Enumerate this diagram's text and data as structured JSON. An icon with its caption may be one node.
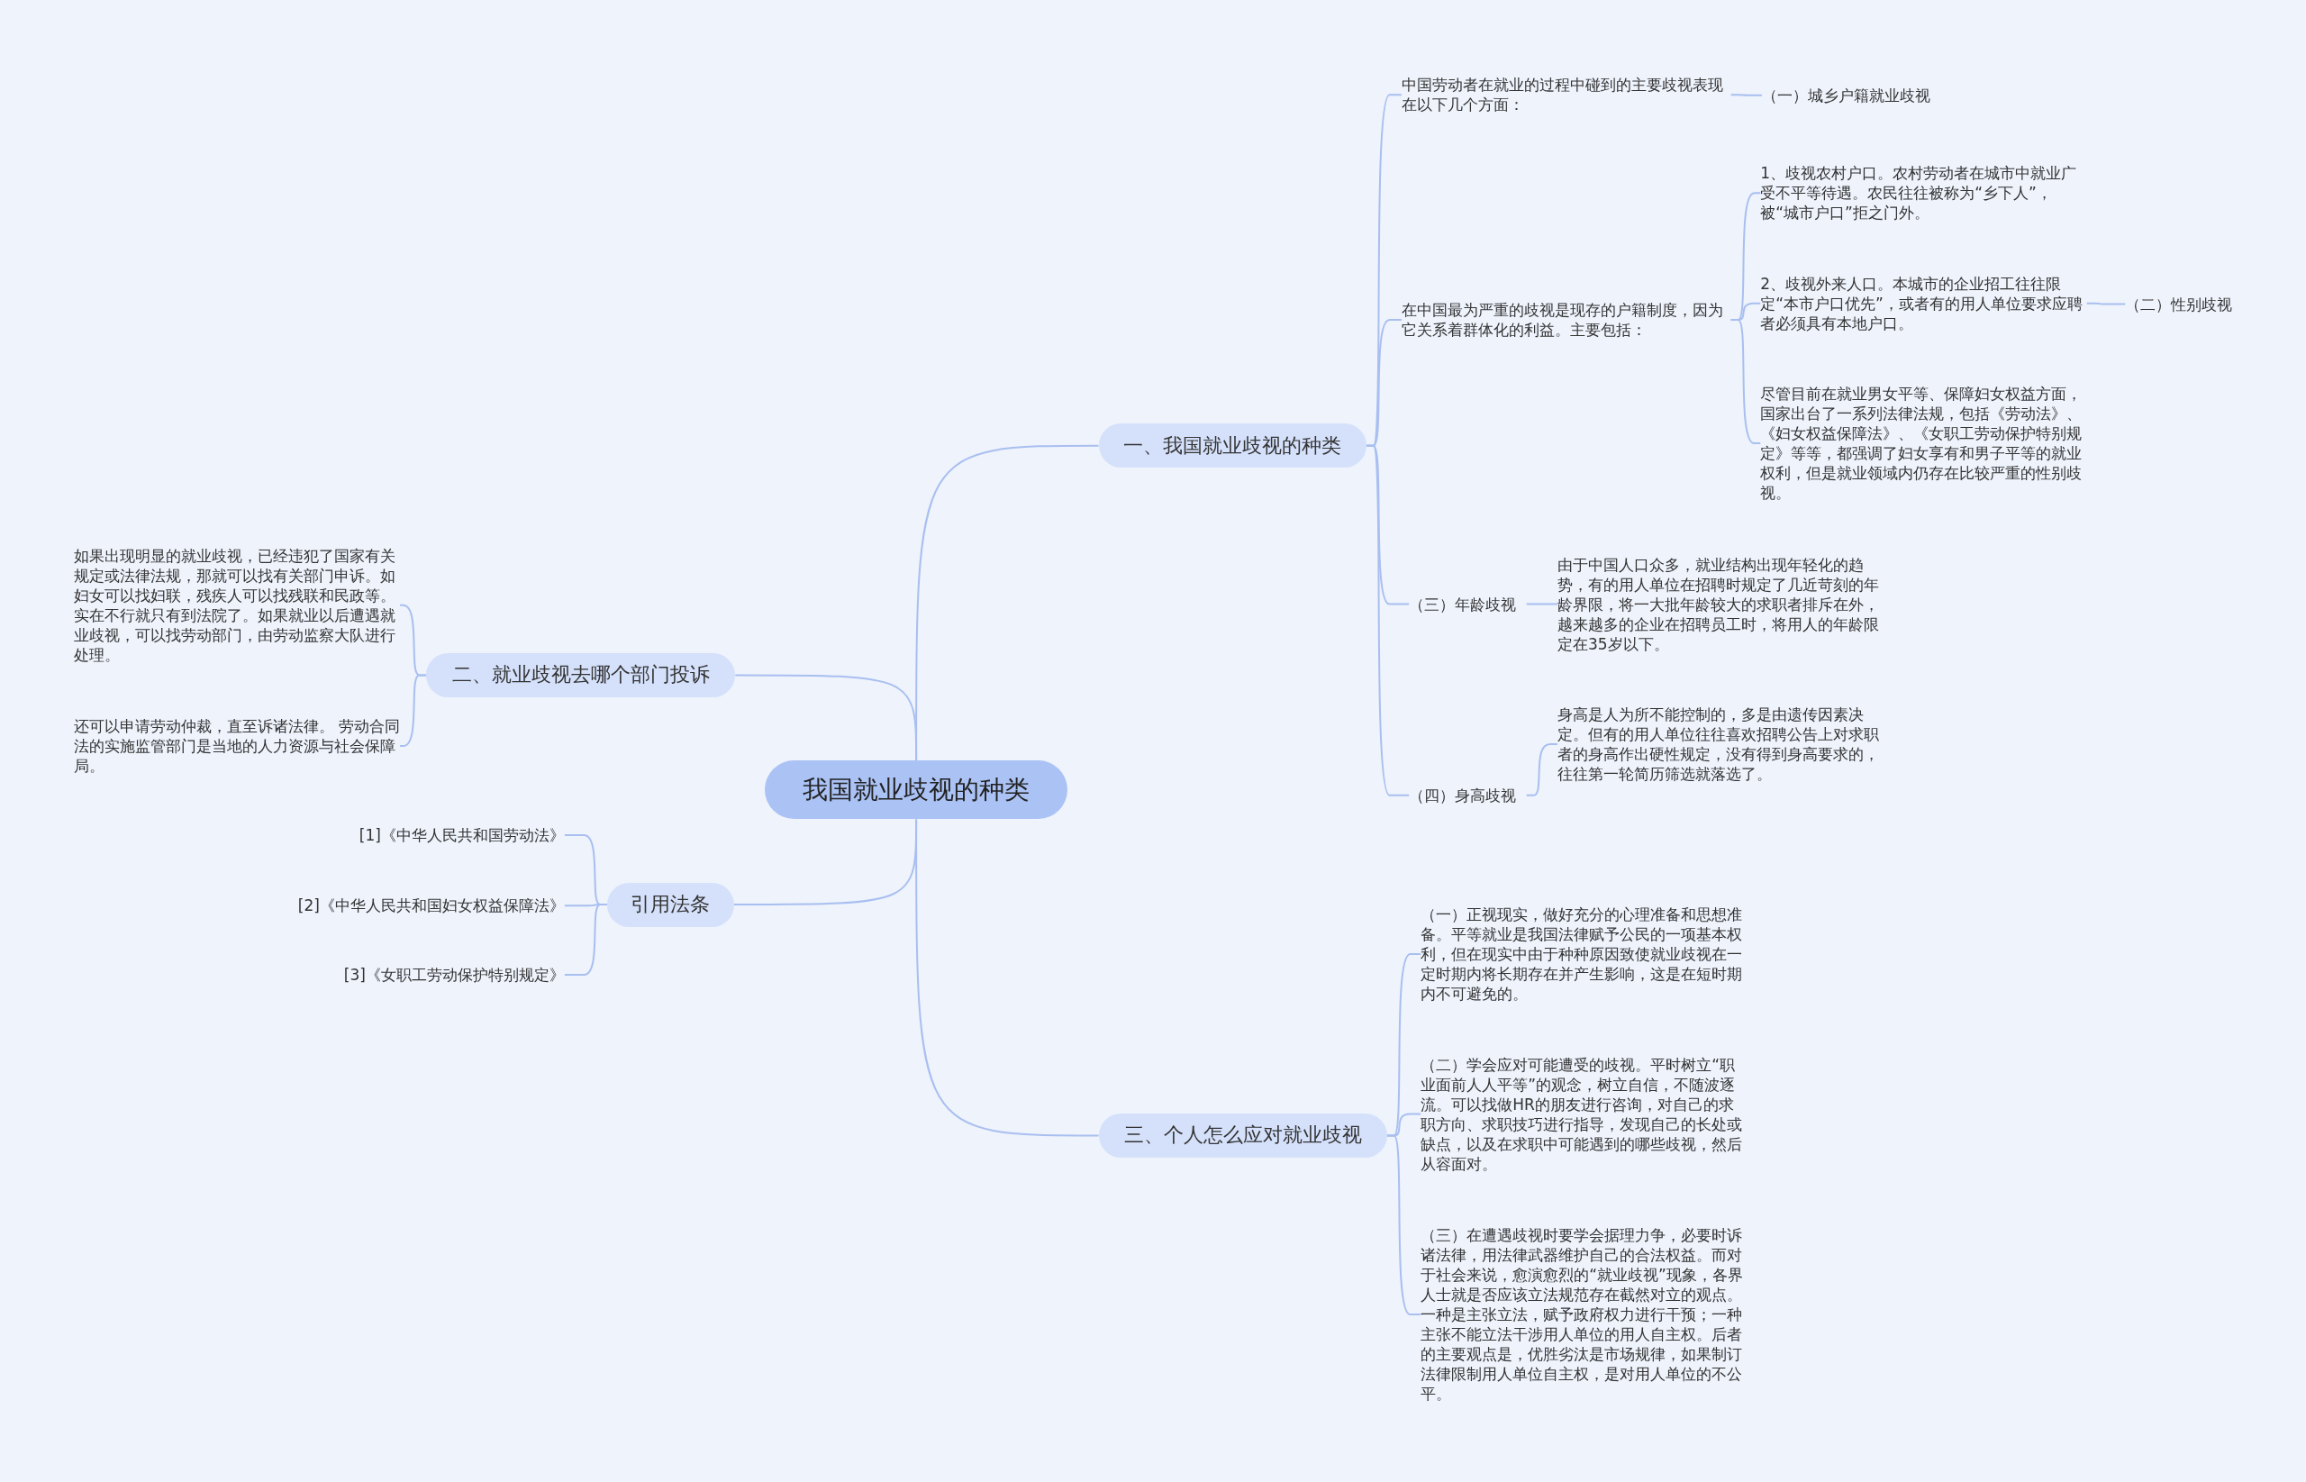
{
  "diagram": {
    "nodes": [
      {
        "text": [
          "我国就业歧视的种类"
        ]
      },
      {
        "text": [
          "一、我国就业歧视的种类"
        ]
      },
      {
        "text": [
          "二、就业歧视去哪个部门投诉"
        ]
      },
      {
        "text": [
          "引用法条"
        ]
      },
      {
        "text": [
          "三、个人怎么应对就业歧视"
        ]
      },
      {
        "text": [
          "中国劳动者在就业的过程中碰到的主要歧视表现在以下几个方面："
        ]
      },
      {
        "text": [
          "（一）城乡户籍就业歧视"
        ]
      },
      {
        "text": [
          "在中国最为严重的歧视是现存的户籍制度，因为它关系着群体化的利益。主要包括："
        ]
      },
      {
        "text": [
          "1、歧视农村户口。农村劳动者在城市中就业广受不平等待遇。农民往往被称为“乡下人”，被“城市户口”拒之门外。"
        ]
      },
      {
        "text": [
          "2、歧视外来人口。本城市的企业招工往往限定“本市户口优先”，或者有的用人单位要求应聘者必须具有本地户口。"
        ]
      },
      {
        "text": [
          "（二）性别歧视"
        ]
      },
      {
        "text": [
          "尽管目前在就业男女平等、保障妇女权益方面，国家出台了一系列法律法规，包括《劳动法》、《妇女权益保障法》、《女职工劳动保护特别规定》等等，都强调了妇女享有和男子平等的就业权利，但是就业领域内仍存在比较严重的性别歧视。"
        ]
      },
      {
        "text": [
          "（三）年龄歧视"
        ]
      },
      {
        "text": [
          "由于中国人口众多，就业结构出现年轻化的趋势，有的用人单位在招聘时规定了几近苛刻的年龄界限，将一大批年龄较大的求职者排斥在外，越来越多的企业在招聘员工时，将用人的年龄限定在35岁以下。"
        ]
      },
      {
        "text": [
          "（四）身高歧视"
        ]
      },
      {
        "text": [
          "身高是人为所不能控制的，多是由遗传因素决定。但有的用人单位往往喜欢招聘公告上对求职者的身高作出硬性规定，没有得到身高要求的，往往第一轮简历筛选就落选了。"
        ]
      },
      {
        "text": [
          "如果出现明显的就业歧视，已经违犯了国家有关规定或法律法规，那就可以找有关部门申诉。如妇女可以找妇联，残疾人可以找残联和民政等。实在不行就只有到法院了。如果就业以后遭遇就业歧视，可以找劳动部门，由劳动监察大队进行处理。"
        ]
      },
      {
        "text": [
          "还可以申请劳动仲裁，直至诉诸法律。 劳动合同法的实施监管部门是当地的人力资源与社会保障局。"
        ]
      },
      {
        "text": [
          "[1]《中华人民共和国劳动法》"
        ]
      },
      {
        "text": [
          "[2]《中华人民共和国妇女权益保障法》"
        ]
      },
      {
        "text": [
          "[3]《女职工劳动保护特别规定》"
        ]
      },
      {
        "text": [
          "（一）正视现实，做好充分的心理准备和思想准备。平等就业是我国法律赋予公民的一项基本权利，但在现实中由于种种原因致使就业歧视在一定时期内将长期存在并产生影响，这是在短时期内不可避免的。"
        ]
      },
      {
        "text": [
          "（二）学会应对可能遭受的歧视。平时树立“职业面前人人平等”的观念，树立自信，不随波逐流。可以找做HR的朋友进行咨询，对自己的求职方向、求职技巧进行指导，发现自己的长处或缺点，以及在求职中可能遇到的哪些歧视，然后从容面对。"
        ]
      },
      {
        "text": [
          "（三）在遭遇歧视时要学会据理力争，必要时诉诸法律，用法律武器维护自己的合法权益。而对于社会来说，愈演愈烈的“就业歧视”现象，各界人士就是否应该立法规范存在截然对立的观点。一种是主张立法，赋予政府权力进行干预；一种主张不能立法干涉用人单位的用人自主权。后者的主要观点是，优胜劣汰是市场规律，如果制订法律限制用人单位自主权，是对用人单位的不公平。"
        ]
      }
    ],
    "edges": [
      {
        "from": 0,
        "to": 1,
        "arrow": "none"
      },
      {
        "from": 0,
        "to": 2,
        "arrow": "none"
      },
      {
        "from": 0,
        "to": 3,
        "arrow": "none"
      },
      {
        "from": 0,
        "to": 4,
        "arrow": "none"
      },
      {
        "from": 1,
        "to": 5,
        "arrow": "none"
      },
      {
        "from": 5,
        "to": 6,
        "arrow": "none"
      },
      {
        "from": 1,
        "to": 7,
        "arrow": "none"
      },
      {
        "from": 7,
        "to": 8,
        "arrow": "none"
      },
      {
        "from": 7,
        "to": 9,
        "arrow": "none"
      },
      {
        "from": 9,
        "to": 10,
        "arrow": "none"
      },
      {
        "from": 7,
        "to": 11,
        "arrow": "none"
      },
      {
        "from": 1,
        "to": 12,
        "arrow": "none"
      },
      {
        "from": 12,
        "to": 13,
        "arrow": "none"
      },
      {
        "from": 1,
        "to": 14,
        "arrow": "none"
      },
      {
        "from": 14,
        "to": 15,
        "arrow": "none"
      },
      {
        "from": 2,
        "to": 16,
        "arrow": "none"
      },
      {
        "from": 2,
        "to": 17,
        "arrow": "none"
      },
      {
        "from": 3,
        "to": 18,
        "arrow": "none"
      },
      {
        "from": 3,
        "to": 19,
        "arrow": "none"
      },
      {
        "from": 3,
        "to": 20,
        "arrow": "none"
      },
      {
        "from": 4,
        "to": 21,
        "arrow": "none"
      },
      {
        "from": 4,
        "to": 22,
        "arrow": "none"
      },
      {
        "from": 4,
        "to": 23,
        "arrow": "none"
      }
    ]
  }
}
